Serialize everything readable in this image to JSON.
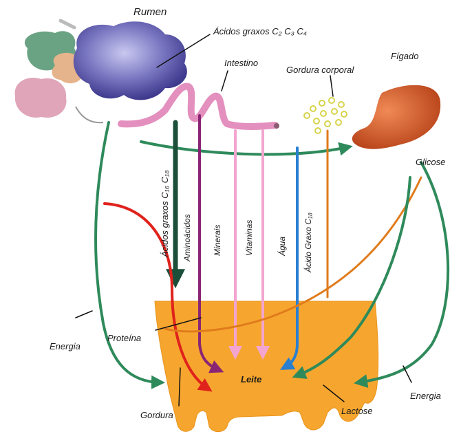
{
  "labels": {
    "rumen": "Rumen",
    "acidos_graxos_top": "Ácidos graxos C₂ C₃ C₄",
    "intestino": "Intestino",
    "gordura_corporal": "Gordura corporal",
    "figado": "Fígado",
    "glicose": "Glicose",
    "acidos_graxos_long": "Ácidos graxos C₁₆ C₁₈",
    "aminoacidos": "Aminoácidos",
    "minerais": "Minerais",
    "vitaminas": "Vitaminas",
    "agua": "Água",
    "acido_graxo_c18": "Ácido Graxo C₁₈",
    "energia_left": "Energia",
    "energia_right": "Energia",
    "proteina": "Proteína",
    "leite": "Leite",
    "gordura": "Gordura",
    "lactose": "Lactose"
  },
  "colors": {
    "rumen_main": "#7b78c2",
    "rumen_green": "#6aa383",
    "rumen_pink": "#e0a5b8",
    "rumen_peach": "#e6b48c",
    "intestine": "#e490bf",
    "liver": "#d85a26",
    "udder": "#f6a62e",
    "green_arrow": "#2f8a5b",
    "dark_green_arrow": "#1c4f3a",
    "red_arrow": "#e0221c",
    "purple_arrow": "#8a2574",
    "pink_arrow": "#f3a5cf",
    "blue_arrow": "#2a7fd0",
    "orange_arrow": "#e07b1c",
    "fat_dots": "#d7d44a"
  }
}
